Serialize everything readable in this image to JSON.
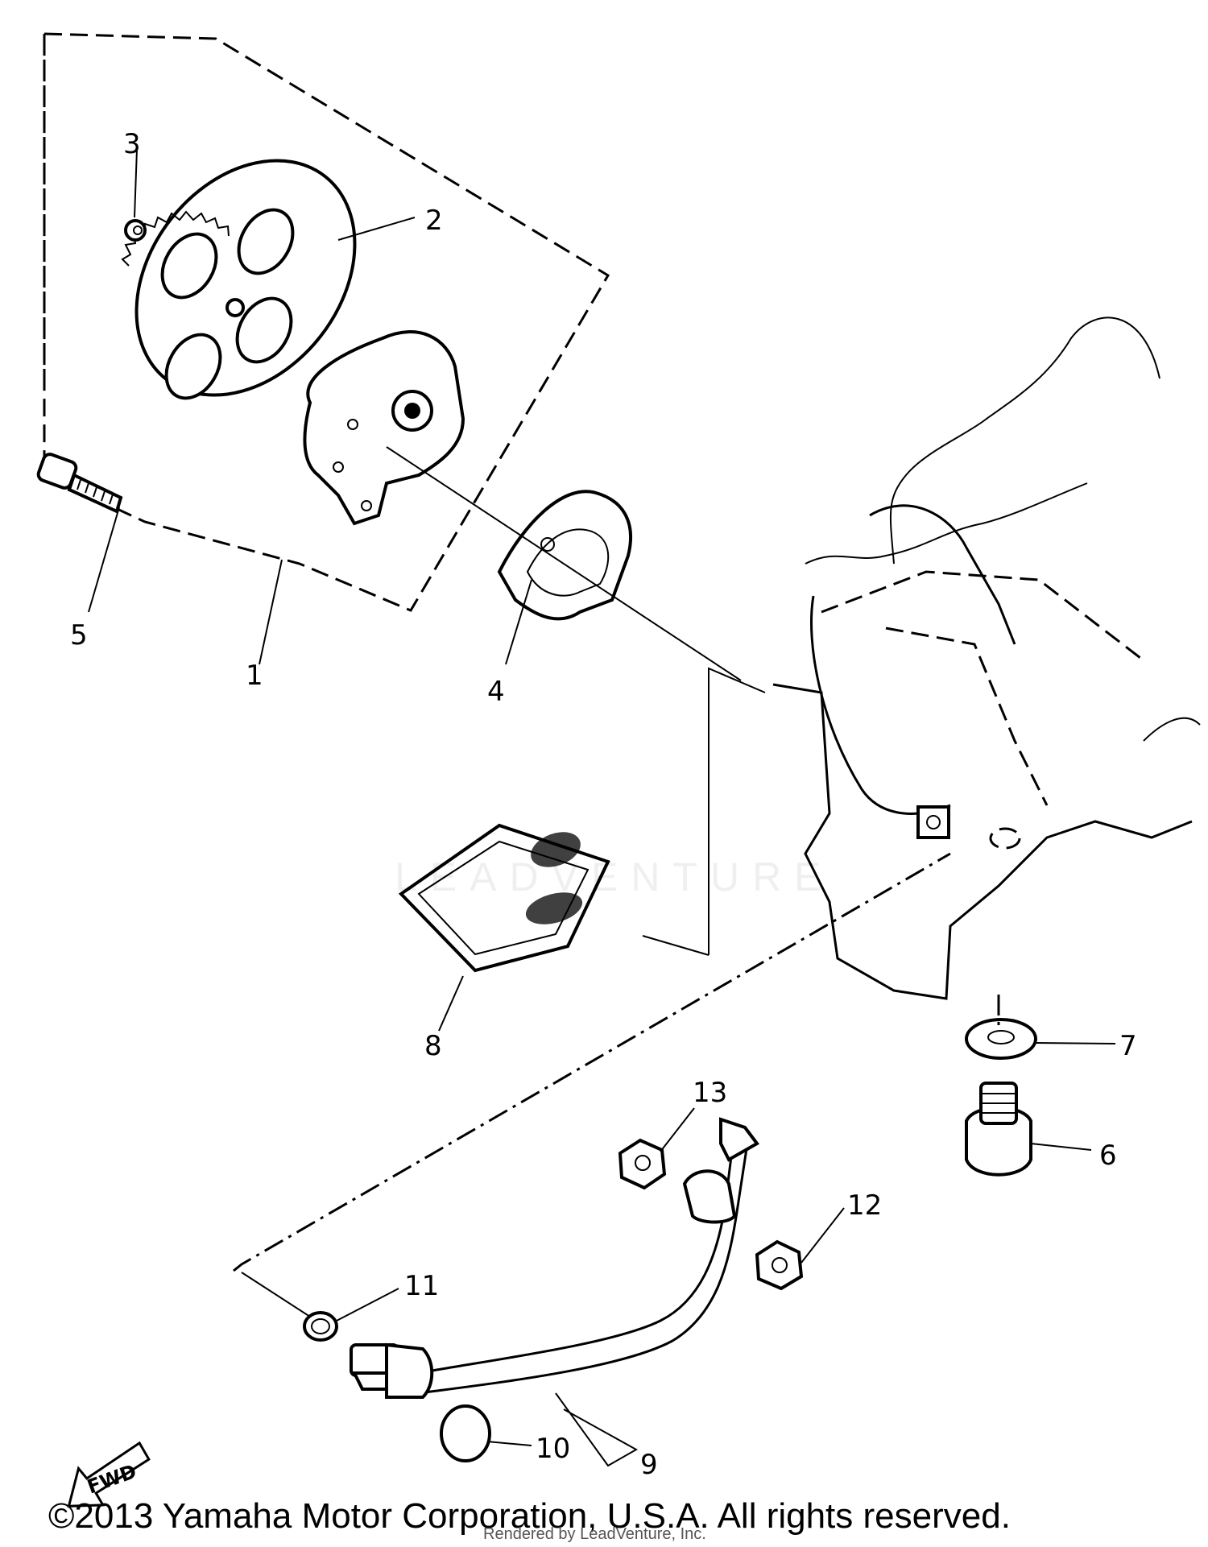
{
  "diagram": {
    "callouts": {
      "c1": "1",
      "c2": "2",
      "c3": "3",
      "c4": "4",
      "c5": "5",
      "c6": "6",
      "c7": "7",
      "c8": "8",
      "c9": "9",
      "c10": "10",
      "c11": "11",
      "c12": "12",
      "c13": "13"
    },
    "fwd_label": "FWD",
    "watermark": "LEADVENTURE"
  },
  "footer": {
    "copyright": "©2013 Yamaha Motor Corporation, U.S.A. All rights reserved.",
    "rendered_by": "Rendered by LeadVenture, Inc."
  }
}
